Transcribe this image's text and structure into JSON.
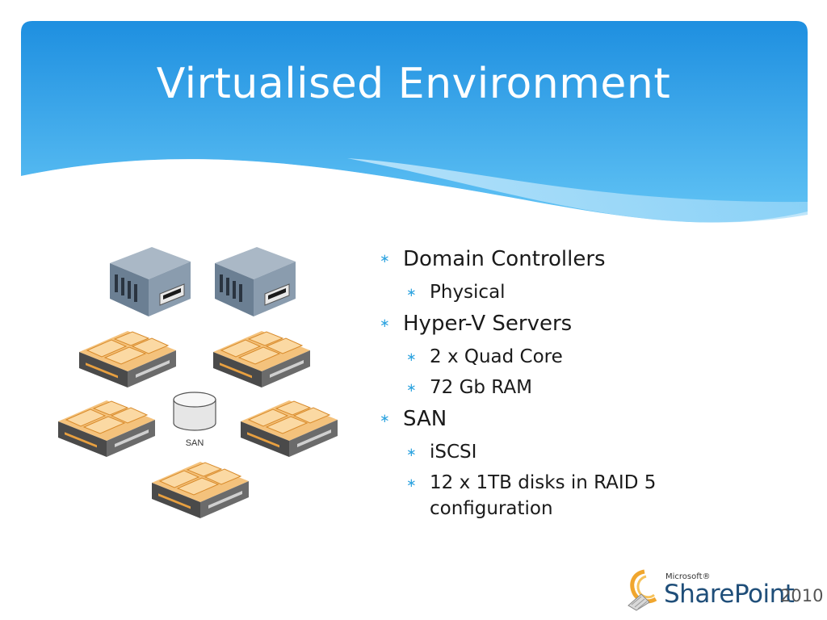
{
  "slide": {
    "title": "Virtualised Environment",
    "bullets": [
      {
        "level": 1,
        "text": "Domain Controllers"
      },
      {
        "level": 2,
        "text": "Physical"
      },
      {
        "level": 1,
        "text": "Hyper-V Servers"
      },
      {
        "level": 2,
        "text": "2 x Quad Core"
      },
      {
        "level": 2,
        "text": "72 Gb RAM"
      },
      {
        "level": 1,
        "text": "SAN"
      },
      {
        "level": 2,
        "text": "iSCSI"
      },
      {
        "level": 2,
        "text": "12 x 1TB disks in RAID 5 configuration"
      }
    ],
    "bullet_symbol": "∗"
  },
  "diagram": {
    "san_label": "SAN"
  },
  "logo": {
    "brand": "Microsoft®",
    "product": "SharePoint",
    "year": "2010",
    "icon": "sharepoint-logo-icon"
  },
  "colors": {
    "header_top": "#1e8fe0",
    "header_bottom": "#5fc0f3",
    "bullet": "#2fa4e0",
    "server_orange": "#f2a64a"
  }
}
